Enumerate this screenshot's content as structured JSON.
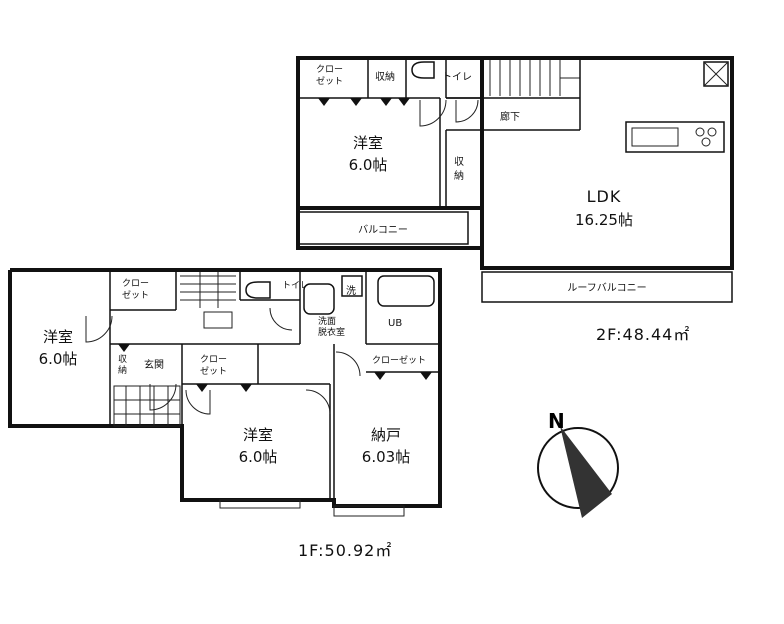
{
  "floor2": {
    "total_label": "2F:48.44㎡",
    "rooms": {
      "western": {
        "name": "洋室",
        "area": "6.0帖"
      },
      "ldk": {
        "name": "LDK",
        "area": "16.25帖"
      },
      "closet": "クロー\nゼット",
      "storage_top": "収納",
      "toilet": "トイレ",
      "hallway": "廊下",
      "storage_side": "収\n納",
      "balcony": "バルコニー",
      "roof_balcony": "ルーフバルコニー"
    }
  },
  "floor1": {
    "total_label": "1F:50.92㎡",
    "rooms": {
      "western_left": {
        "name": "洋室",
        "area": "6.0帖"
      },
      "western_mid": {
        "name": "洋室",
        "area": "6.0帖"
      },
      "storeroom": {
        "name": "納戸",
        "area": "6.03帖"
      },
      "closet_a": "クロー\nゼット",
      "closet_b": "クロー\nゼット",
      "closet_c": "クローゼット",
      "entrance": "玄関",
      "shoe_box": "収\n納",
      "toilet": "トイレ",
      "washroom": "洗面\n脱衣室",
      "bath": "UB",
      "laundry": "洗"
    }
  },
  "compass": {
    "label": "N"
  }
}
